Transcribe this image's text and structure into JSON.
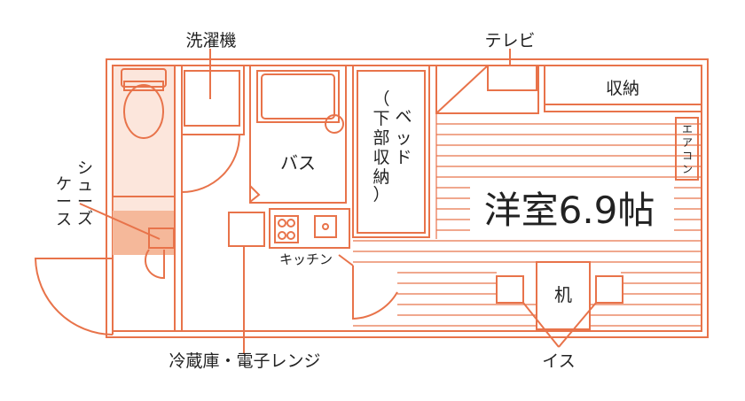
{
  "labels": {
    "washer": "洗濯機",
    "tv": "テレビ",
    "storage": "収納",
    "bed_v": [
      "ベ",
      "ッ",
      "ド",
      "（",
      "下",
      "部",
      "収",
      "納",
      "）"
    ],
    "aircon_v": [
      "エ",
      "ア",
      "コ",
      "ン"
    ],
    "bath": "バス",
    "room": "洋室6.9帖",
    "shoe_case_v1": [
      "シ",
      "ュ",
      "ー",
      "ズ"
    ],
    "shoe_case_v2": [
      "ケ",
      "ー",
      "ス"
    ],
    "kitchen": "キッチン",
    "desk": "机",
    "chair": "イス",
    "fridge": "冷蔵庫・電子レンジ"
  },
  "colors": {
    "line": "#e8734a",
    "fill": "#f5b89a",
    "text": "#222222"
  }
}
